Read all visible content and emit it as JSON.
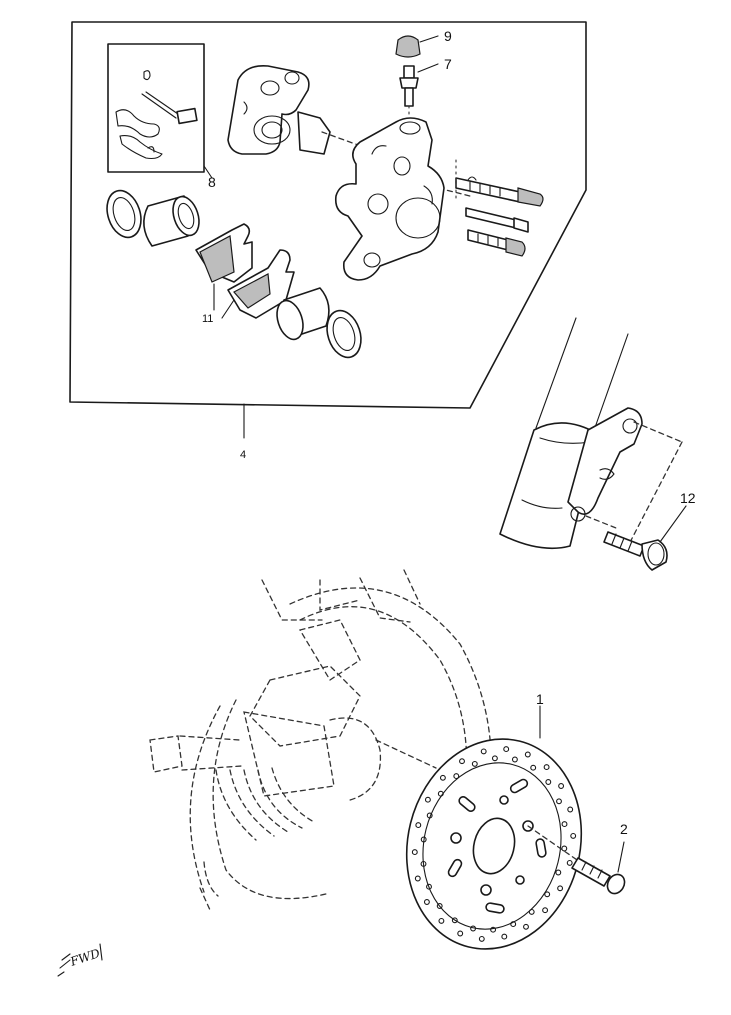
{
  "callouts": {
    "c9": "9",
    "c7": "7",
    "c8": "8",
    "c11": "11",
    "c4": "4",
    "c12": "12",
    "c1": "1",
    "c2": "2"
  },
  "forward_marker": "FWD"
}
